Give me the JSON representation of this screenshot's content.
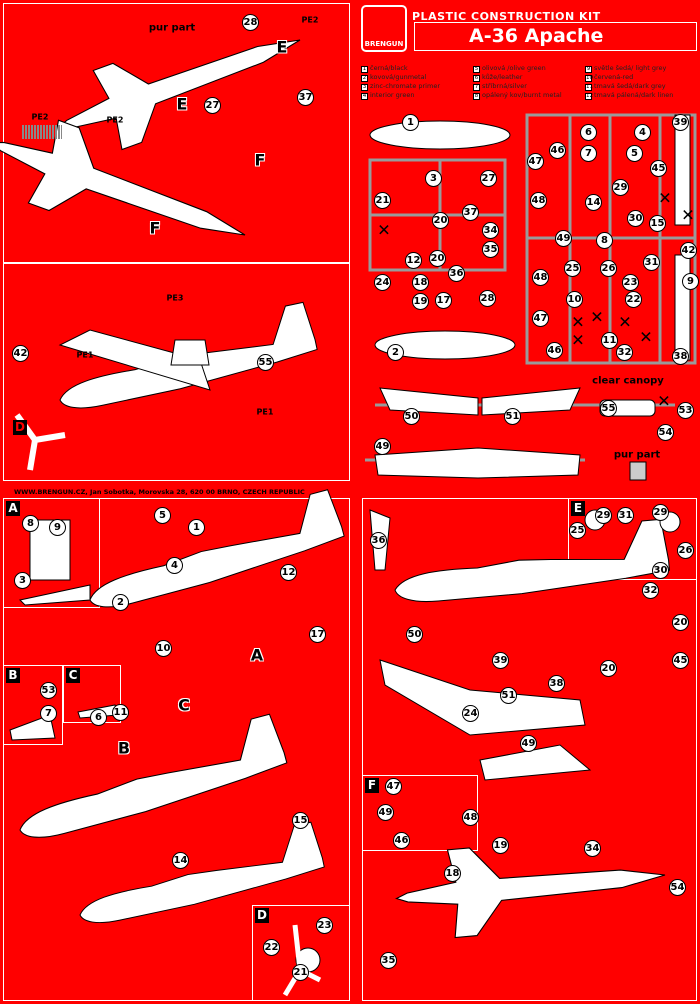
{
  "header": {
    "brand": "BRENGUN",
    "kit_line": "PLASTIC CONSTRUCTION KIT",
    "title": "A-36 Apache"
  },
  "legend": [
    {
      "n": "1",
      "label": "černá/black"
    },
    {
      "n": "2",
      "label": "kovová/gunmetal"
    },
    {
      "n": "3",
      "label": "zinc-chromate primer"
    },
    {
      "n": "4",
      "label": "interior green"
    },
    {
      "n": "5",
      "label": "olivová /olive green"
    },
    {
      "n": "6",
      "label": "kůže/leather"
    },
    {
      "n": "7",
      "label": "stříbrná/silver"
    },
    {
      "n": "8",
      "label": "opálený kov/burnt metal"
    },
    {
      "n": "9",
      "label": "světle šedá/ light grey"
    },
    {
      "n": "10",
      "label": "červená-red"
    },
    {
      "n": "11",
      "label": "tmavá šedá/dark grey"
    },
    {
      "n": "12",
      "label": "tmavá pálená/dark linen"
    }
  ],
  "footer": "WWW.BRENGUN.CZ, Jan Sobotka, Morovska 28, 620 00 BRNO, CZECH REPUBLIC",
  "step1": {
    "pur_part": "pur part",
    "pe2": "PE2",
    "callouts": [
      "28",
      "27",
      "37"
    ],
    "e": "E",
    "f": "F"
  },
  "step2": {
    "pe3": "PE3",
    "pe1": "PE1",
    "callouts": [
      "55",
      "42"
    ],
    "d": "D"
  },
  "sprue_main": [
    "1",
    "3",
    "21",
    "20",
    "27",
    "37",
    "34",
    "35",
    "12",
    "20",
    "24",
    "18",
    "36",
    "19",
    "17",
    "28",
    "2"
  ],
  "sprue_right": [
    "46",
    "6",
    "4",
    "39",
    "47",
    "7",
    "5",
    "45",
    "29",
    "48",
    "14",
    "30",
    "15",
    "49",
    "8",
    "42",
    "48",
    "25",
    "26",
    "31",
    "23",
    "9",
    "10",
    "22",
    "47",
    "11",
    "46",
    "32",
    "38"
  ],
  "sprue_wings": [
    "50",
    "51",
    "49"
  ],
  "clear_canopy": {
    "label": "clear canopy",
    "callouts": [
      "55",
      "53",
      "54"
    ]
  },
  "pur_part_label": "pur part",
  "step3": {
    "a": "A",
    "b": "B",
    "c": "C",
    "d": "D",
    "callouts": [
      "8",
      "9",
      "3",
      "5",
      "1",
      "4",
      "2",
      "12",
      "17",
      "10",
      "53",
      "7",
      "6",
      "11",
      "15",
      "14",
      "23",
      "22",
      "21"
    ]
  },
  "step4": {
    "e": "E",
    "f": "F",
    "callouts": [
      "36",
      "29",
      "31",
      "25",
      "29",
      "26",
      "30",
      "32",
      "20",
      "45",
      "20",
      "50",
      "39",
      "38",
      "51",
      "24",
      "49",
      "47",
      "49",
      "46",
      "48",
      "19",
      "34",
      "18",
      "54",
      "35"
    ]
  },
  "colors": {
    "background": "#ff0000",
    "sprue": "#9a9a9a",
    "paper": "#ffffff"
  }
}
